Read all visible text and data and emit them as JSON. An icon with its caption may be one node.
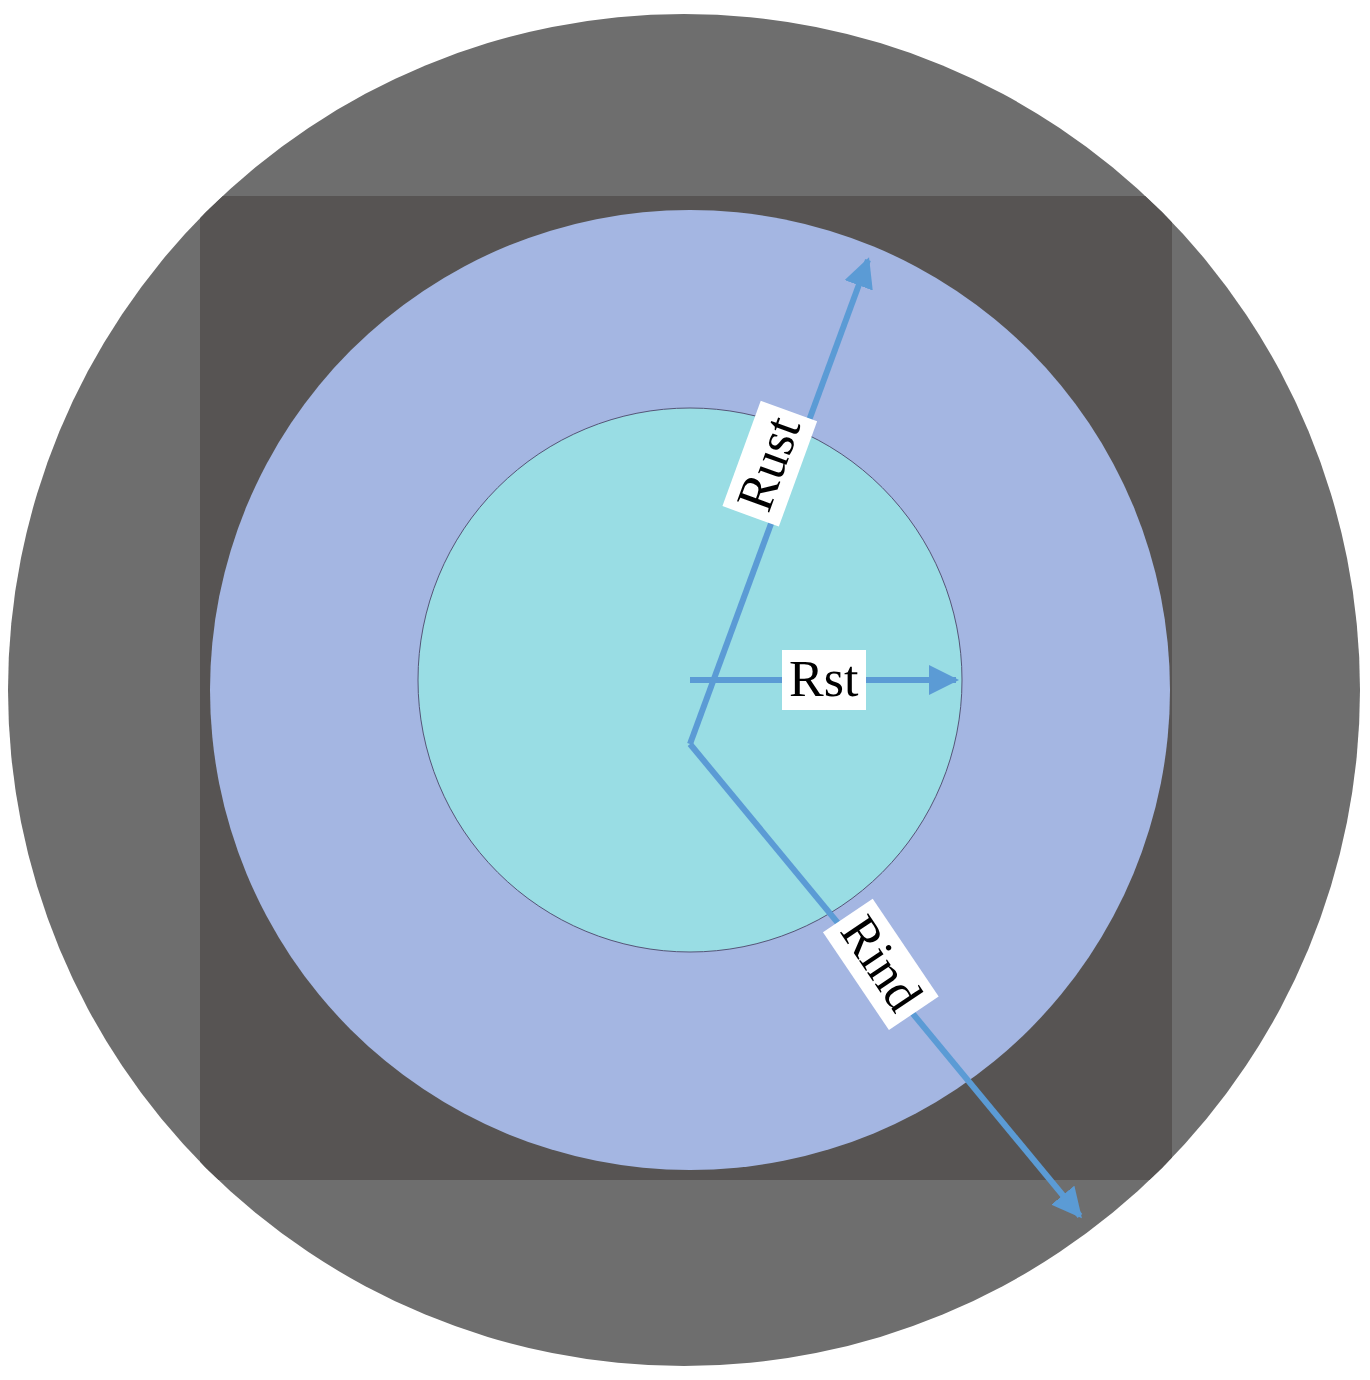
{
  "diagram": {
    "labels": [
      "Rust",
      "Rst",
      "Rind"
    ]
  }
}
